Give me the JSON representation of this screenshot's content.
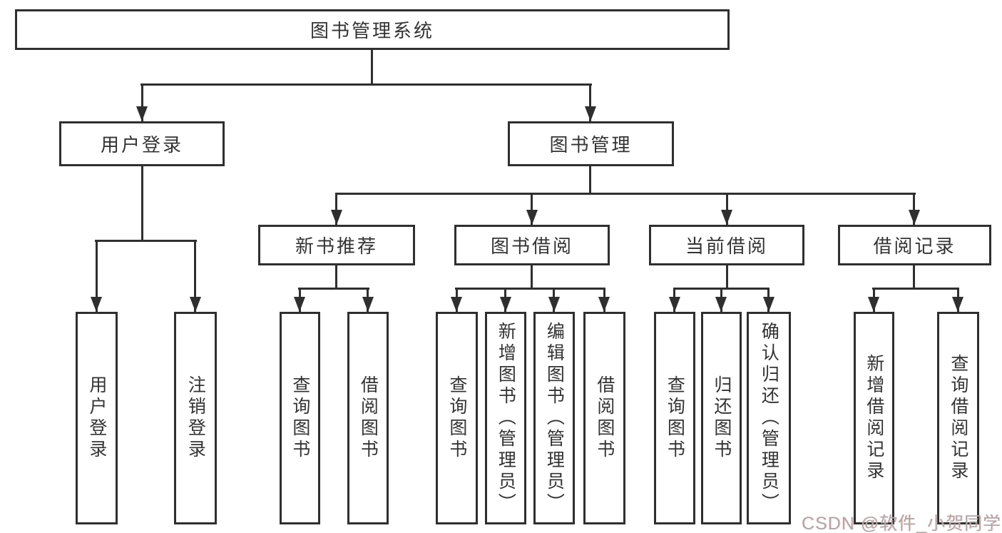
{
  "diagram": {
    "root": {
      "label": "图书管理系统"
    },
    "level2": [
      {
        "id": "user-login",
        "label": "用户登录"
      },
      {
        "id": "book-management",
        "label": "图书管理"
      }
    ],
    "level3": [
      {
        "id": "new-book-recommend",
        "label": "新书推荐",
        "parent": "book-management"
      },
      {
        "id": "book-borrow",
        "label": "图书借阅",
        "parent": "book-management"
      },
      {
        "id": "current-borrow",
        "label": "当前借阅",
        "parent": "book-management"
      },
      {
        "id": "borrow-records",
        "label": "借阅记录",
        "parent": "book-management"
      }
    ],
    "leaves": [
      {
        "parent": "user-login",
        "label": "用户登录"
      },
      {
        "parent": "user-login",
        "label": "注销登录"
      },
      {
        "parent": "new-book-recommend",
        "label": "查询图书"
      },
      {
        "parent": "new-book-recommend",
        "label": "借阅图书"
      },
      {
        "parent": "book-borrow",
        "label": "查询图书"
      },
      {
        "parent": "book-borrow",
        "label": "新增图书（管理员）"
      },
      {
        "parent": "book-borrow",
        "label": "编辑图书（管理员）"
      },
      {
        "parent": "book-borrow",
        "label": "借阅图书"
      },
      {
        "parent": "current-borrow",
        "label": "查询图书"
      },
      {
        "parent": "current-borrow",
        "label": "归还图书"
      },
      {
        "parent": "current-borrow",
        "label": "确认归还（管理员）"
      },
      {
        "parent": "borrow-records",
        "label": "新增借阅记录"
      },
      {
        "parent": "borrow-records",
        "label": "查询借阅记录"
      }
    ],
    "watermark": "CSDN @软件_小贺同学",
    "colors": {
      "line": "#2f2f2f",
      "text": "#333333",
      "background": "#ffffff",
      "watermark": "#b3a6a6"
    }
  }
}
